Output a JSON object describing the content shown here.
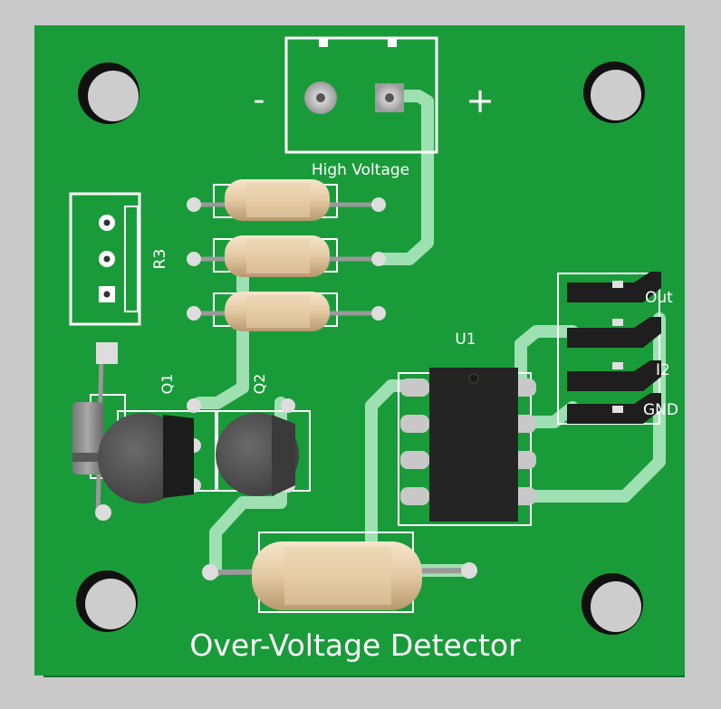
{
  "board": {
    "title": "Over-Voltage Detector",
    "connector_label": "High Voltage",
    "minus_sign": "-",
    "plus_sign": "+",
    "u1_label": "U1",
    "r3_label": "R3",
    "q1_label": "Q1",
    "q2_label": "Q2",
    "header_pin1": "Out",
    "header_pin2": "I2",
    "header_pin3": "GND"
  },
  "colors": {
    "background": "#c9c9c9",
    "pcb": "#1a9b3a",
    "trace": "#9fe0b3",
    "silkscreen": "#ffffff",
    "resistor_body": "#e3c9a2",
    "ic_body": "#242424"
  }
}
